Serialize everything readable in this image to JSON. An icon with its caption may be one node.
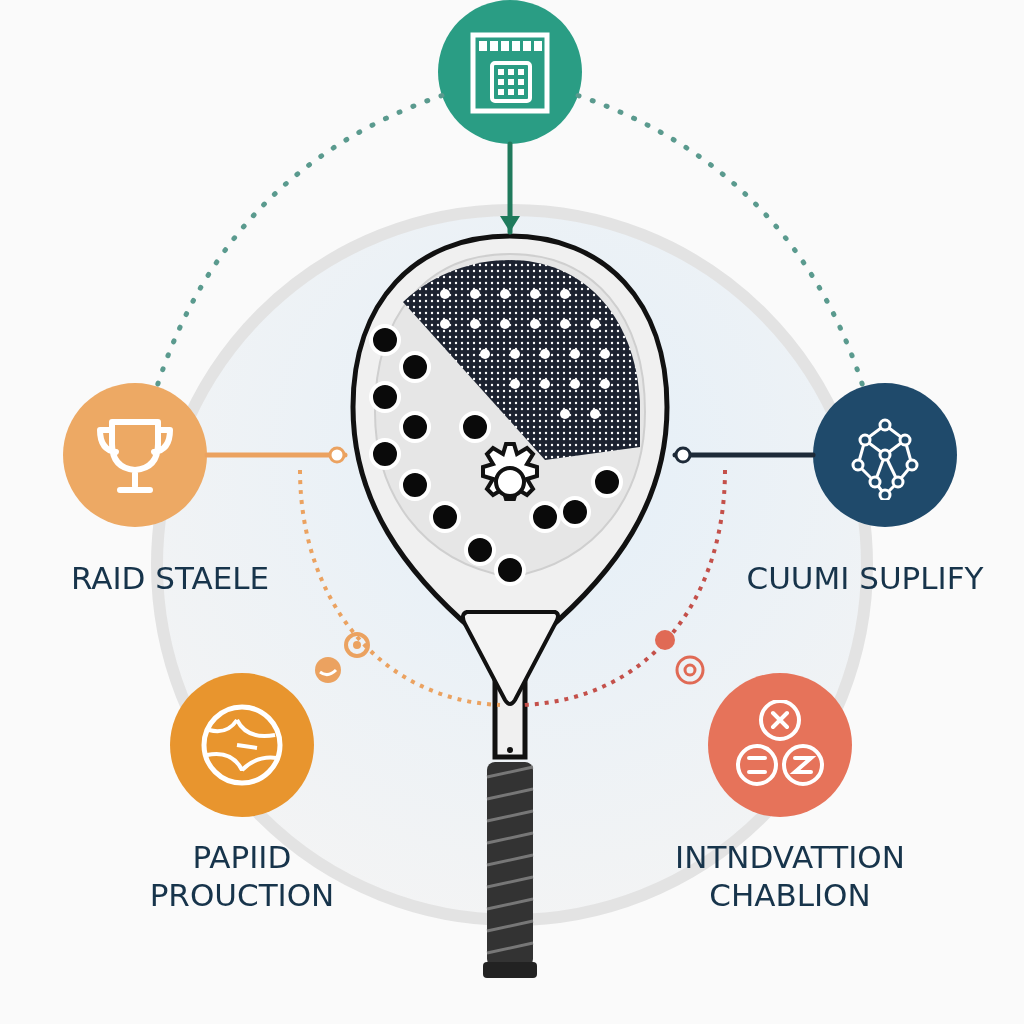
{
  "diagram": {
    "nodes": [
      {
        "text": [],
        "shape": "picture"
      },
      {
        "text": [],
        "shape": "circle"
      },
      {
        "text": [
          "RAID STAELE"
        ]
      },
      {
        "text": [
          "CUUMI SUPLIFY"
        ]
      },
      {
        "text": [
          "PAPIID PROUCTION"
        ]
      },
      {
        "text": [
          "INTNDVATTION CHABLION"
        ]
      }
    ],
    "edges": [
      {
        "from": 1,
        "to": 0,
        "arrow": "to",
        "color": "#1f7a5c"
      },
      {
        "from": 2,
        "to": 0,
        "arrow": "other",
        "color": "#eba260"
      },
      {
        "from": 3,
        "to": 0,
        "arrow": "other",
        "color": "#1d2a38"
      },
      {
        "from": 1,
        "to": 2,
        "arrow": "none",
        "style": "dashed",
        "color": "#5a9a8e"
      },
      {
        "from": 1,
        "to": 3,
        "arrow": "none",
        "style": "dashed",
        "color": "#5a9a8e"
      }
    ]
  }
}
